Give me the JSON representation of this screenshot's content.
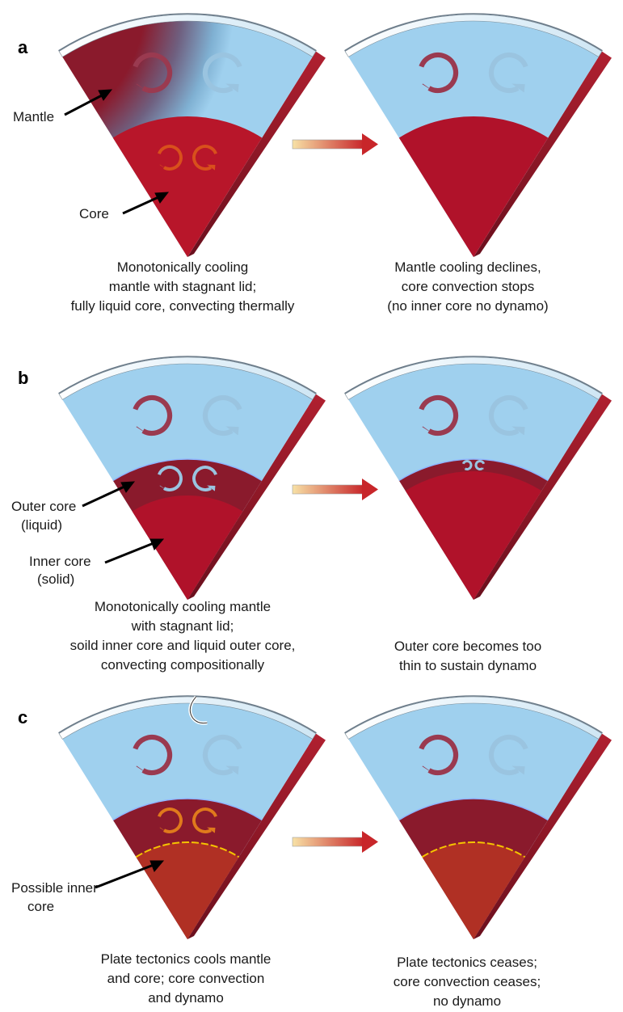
{
  "panels": [
    {
      "letter": "a",
      "labels": [
        "Mantle",
        "Core"
      ],
      "left_caption": [
        "Monotonically cooling",
        "mantle with stagnant lid;",
        "fully liquid core, convecting thermally"
      ],
      "right_caption": [
        "Mantle cooling declines,",
        "core convection stops",
        "(no inner core no dynamo)"
      ]
    },
    {
      "letter": "b",
      "labels": [
        "Outer core",
        "(liquid)",
        "Inner core",
        "(solid)"
      ],
      "left_caption": [
        "Monotonically cooling mantle",
        "with stagnant lid;",
        "soild inner core and liquid outer core,",
        "convecting compositionally"
      ],
      "right_caption": [
        "Outer core becomes too",
        "thin to sustain dynamo"
      ]
    },
    {
      "letter": "c",
      "labels": [
        "Possible inner",
        "core"
      ],
      "left_caption": [
        "Plate tectonics cools mantle",
        "and core; core convection",
        "and dynamo"
      ],
      "right_caption": [
        "Plate tectonics ceases;",
        "core convection ceases;",
        "no dynamo"
      ]
    }
  ],
  "colors": {
    "mantle_top": "#8fc3e3",
    "mantle_bottom": "#8a1a2c",
    "core_red": "#b0122a",
    "core_orange": "#e8881a",
    "boundary_blue": "#8fb6ff",
    "inner_boundary_yellow": "#f5c400",
    "arrow_start": "#f7e1a6",
    "arrow_end": "#c8262a"
  }
}
